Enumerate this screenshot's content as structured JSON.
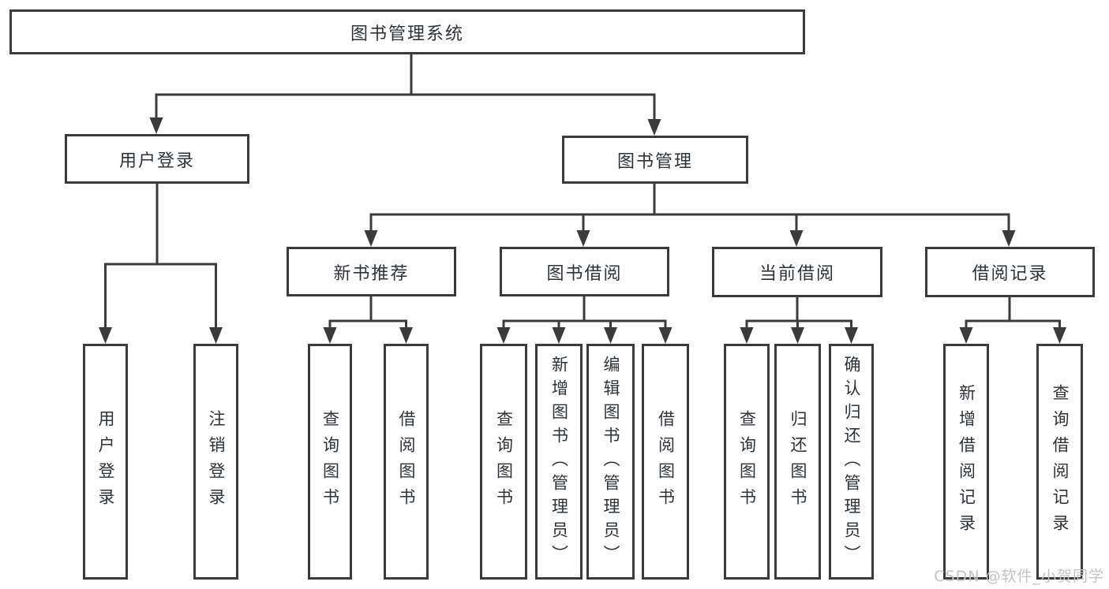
{
  "tree": {
    "root": {
      "label": "图书管理系统"
    },
    "level2": [
      {
        "label": "用户登录"
      },
      {
        "label": "图书管理"
      }
    ],
    "level3": [
      {
        "label": "新书推荐"
      },
      {
        "label": "图书借阅"
      },
      {
        "label": "当前借阅"
      },
      {
        "label": "借阅记录"
      }
    ],
    "leaves": [
      {
        "label": "用户登录",
        "parent": "用户登录"
      },
      {
        "label": "注销登录",
        "parent": "用户登录"
      },
      {
        "label": "查询图书",
        "parent": "新书推荐"
      },
      {
        "label": "借阅图书",
        "parent": "新书推荐"
      },
      {
        "label": "查询图书",
        "parent": "图书借阅"
      },
      {
        "label": "新增图书（管理员）",
        "parent": "图书借阅"
      },
      {
        "label": "编辑图书（管理员）",
        "parent": "图书借阅"
      },
      {
        "label": "借阅图书",
        "parent": "图书借阅"
      },
      {
        "label": "查询图书",
        "parent": "当前借阅"
      },
      {
        "label": "归还图书",
        "parent": "当前借阅"
      },
      {
        "label": "确认归还（管理员）",
        "parent": "当前借阅"
      },
      {
        "label": "新增借阅记录",
        "parent": "借阅记录"
      },
      {
        "label": "查询借阅记录",
        "parent": "借阅记录"
      }
    ]
  },
  "watermark": "CSDN @软件_小贺同学",
  "colors": {
    "line": "#3b3b3b",
    "text": "#2e3338",
    "background": "#ffffff",
    "watermark": "#c4c4c4"
  }
}
